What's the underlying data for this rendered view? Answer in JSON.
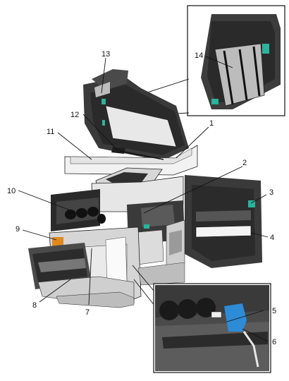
{
  "callouts": [
    {
      "id": "c1",
      "label": "1"
    },
    {
      "id": "c2",
      "label": "2"
    },
    {
      "id": "c3",
      "label": "3"
    },
    {
      "id": "c4",
      "label": "4"
    },
    {
      "id": "c5",
      "label": "5"
    },
    {
      "id": "c6",
      "label": "6"
    },
    {
      "id": "c7",
      "label": "7"
    },
    {
      "id": "c8",
      "label": "8"
    },
    {
      "id": "c9",
      "label": "9"
    },
    {
      "id": "c10",
      "label": "10"
    },
    {
      "id": "c11",
      "label": "11"
    },
    {
      "id": "c12",
      "label": "12"
    },
    {
      "id": "c13",
      "label": "13"
    },
    {
      "id": "c14",
      "label": "14"
    }
  ],
  "colors": {
    "body": "#d9d9d9",
    "body_light": "#f2f2f2",
    "dark": "#3a3a3a",
    "darker": "#1e1e1e",
    "glass": "#e6e6e6",
    "accent_blue": "#2e8bd6",
    "accent_green": "#2bb39b",
    "accent_orange": "#e08a1e",
    "outline": "#222222"
  }
}
